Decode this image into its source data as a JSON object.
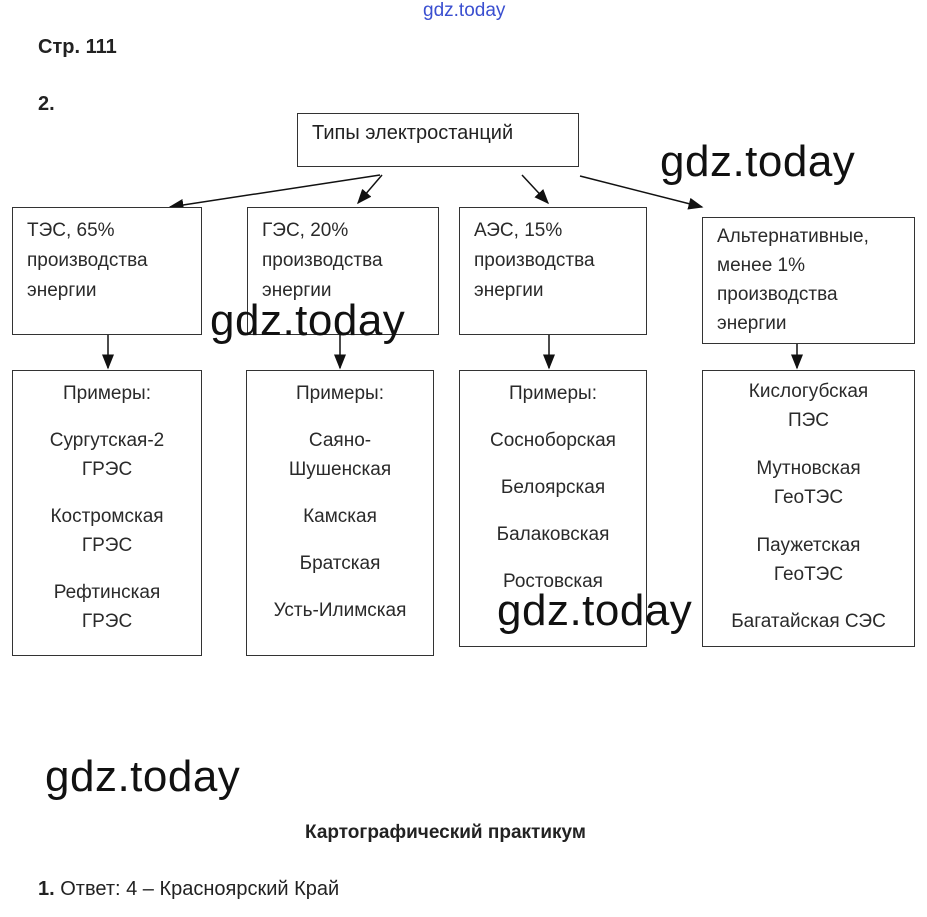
{
  "watermark_top": "gdz.today",
  "page_label": "Стр. 111",
  "task_number": "2.",
  "diagram": {
    "root": "Типы электростанций",
    "types": [
      {
        "lines": [
          "ТЭС, 65%",
          "производства",
          "энергии"
        ],
        "examples": [
          "Примеры:",
          "Сургутская-2",
          "ГРЭС",
          "Костромская",
          "ГРЭС",
          "Рефтинская",
          "ГРЭС"
        ]
      },
      {
        "lines": [
          "ГЭС, 20%",
          "производства",
          "энергии"
        ],
        "examples": [
          "Примеры:",
          "Саяно-",
          "Шушенская",
          "Камская",
          "Братская",
          "Усть-Илимская"
        ]
      },
      {
        "lines": [
          "АЭС, 15%",
          "производства",
          "энергии"
        ],
        "examples": [
          "Примеры:",
          "Сосноборская",
          "Белоярская",
          "Балаковская",
          "Ростовская"
        ]
      },
      {
        "lines": [
          "Альтернативные,",
          "менее 1%",
          "производства",
          "энергии"
        ],
        "examples": [
          "Кислогубская",
          "ПЭС",
          "Мутновская",
          "ГеоТЭС",
          "Паужетская",
          "ГеоТЭС",
          "Багатайская СЭС"
        ]
      }
    ]
  },
  "watermarks": [
    "gdz.today",
    "gdz.today",
    "gdz.today",
    "gdz.today"
  ],
  "section_title": "Картографический практикум",
  "answer": {
    "number": "1.",
    "text": "Ответ: 4 – Красноярский Край"
  }
}
